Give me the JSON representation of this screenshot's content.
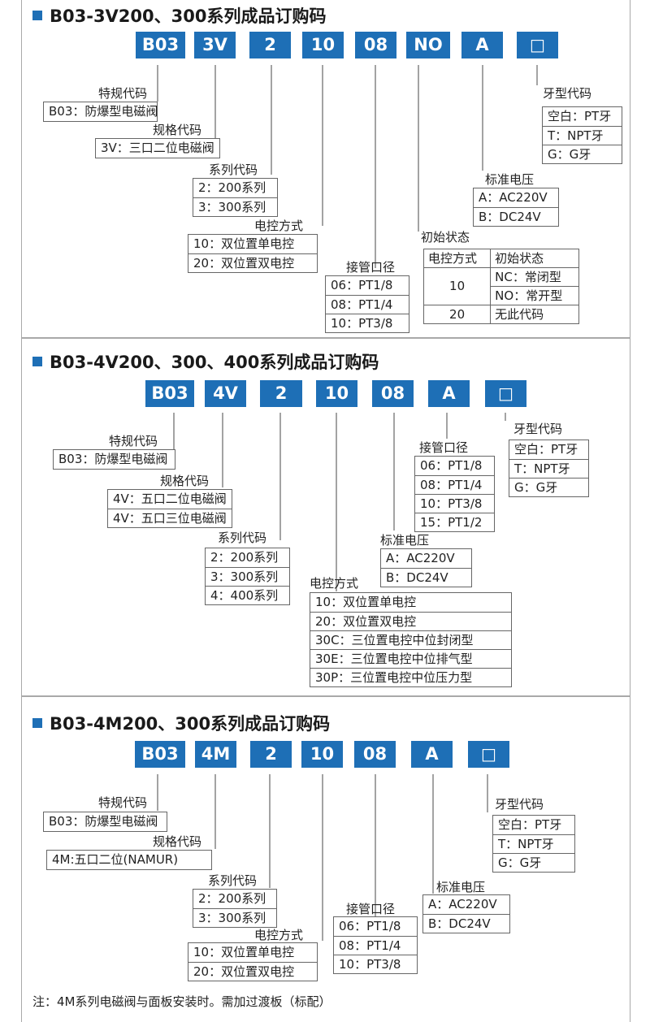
{
  "sections": [
    {
      "title": "B03-3V200、300系列成品订购码",
      "codes": [
        "B03",
        "3V",
        "2",
        "10",
        "08",
        "NO",
        "A",
        "□"
      ],
      "special": {
        "label": "特规代码",
        "options": [
          "B03：防爆型电磁阀"
        ]
      },
      "spec": {
        "label": "规格代码",
        "options": [
          "3V：三口二位电磁阀"
        ]
      },
      "series": {
        "label": "系列代码",
        "options": [
          "2：200系列",
          "3：300系列"
        ]
      },
      "control": {
        "label": "电控方式",
        "options": [
          "10：双位置单电控",
          "20：双位置双电控"
        ]
      },
      "port": {
        "label": "接管口径",
        "options": [
          "06：PT1/8",
          "08：PT1/4",
          "10：PT3/8"
        ]
      },
      "initial": {
        "label": "初始状态",
        "headers": [
          "电控方式",
          "初始状态"
        ],
        "group_value": "10",
        "group_rows": [
          "NC：常闭型",
          "NO：常开型"
        ],
        "last_row": [
          "20",
          "无此代码"
        ]
      },
      "voltage": {
        "label": "标准电压",
        "options": [
          "A：AC220V",
          "B：DC24V"
        ]
      },
      "thread": {
        "label": "牙型代码",
        "options": [
          "空白：PT牙",
          "T：NPT牙",
          "G：G牙"
        ]
      }
    },
    {
      "title": "B03-4V200、300、400系列成品订购码",
      "codes": [
        "B03",
        "4V",
        "2",
        "10",
        "08",
        "A",
        "□"
      ],
      "special": {
        "label": "特规代码",
        "options": [
          "B03：防爆型电磁阀"
        ]
      },
      "spec": {
        "label": "规格代码",
        "options": [
          "4V：五口二位电磁阀",
          "4V：五口三位电磁阀"
        ]
      },
      "series": {
        "label": "系列代码",
        "options": [
          "2：200系列",
          "3：300系列",
          "4：400系列"
        ]
      },
      "control": {
        "label": "电控方式",
        "options": [
          "10：双位置单电控",
          "20：双位置双电控",
          "30C：三位置电控中位封闭型",
          "30E：三位置电控中位排气型",
          "30P：三位置电控中位压力型"
        ]
      },
      "port": {
        "label": "接管口径",
        "options": [
          "06：PT1/8",
          "08：PT1/4",
          "10：PT3/8",
          "15：PT1/2"
        ]
      },
      "voltage": {
        "label": "标准电压",
        "options": [
          "A：AC220V",
          "B：DC24V"
        ]
      },
      "thread": {
        "label": "牙型代码",
        "options": [
          "空白：PT牙",
          "T：NPT牙",
          "G：G牙"
        ]
      }
    },
    {
      "title": "B03-4M200、300系列成品订购码",
      "codes": [
        "B03",
        "4M",
        "2",
        "10",
        "08",
        "A",
        "□"
      ],
      "special": {
        "label": "特规代码",
        "options": [
          "B03：防爆型电磁阀"
        ]
      },
      "spec": {
        "label": "规格代码",
        "options": [
          "4M:五口二位(NAMUR)"
        ]
      },
      "series": {
        "label": "系列代码",
        "options": [
          "2：200系列",
          "3：300系列"
        ]
      },
      "control": {
        "label": "电控方式",
        "options": [
          "10：双位置单电控",
          "20：双位置双电控"
        ]
      },
      "port": {
        "label": "接管口径",
        "options": [
          "06：PT1/8",
          "08：PT1/4",
          "10：PT3/8"
        ]
      },
      "voltage": {
        "label": "标准电压",
        "options": [
          "A：AC220V",
          "B：DC24V"
        ]
      },
      "thread": {
        "label": "牙型代码",
        "options": [
          "空白：PT牙",
          "T：NPT牙",
          "G：G牙"
        ]
      },
      "note": "注：4M系列电磁阀与面板安装时。需加过渡板（标配）"
    }
  ],
  "colors": {
    "code_bg": "#1e6fb6",
    "code_text": "#ffffff",
    "line": "#666666",
    "frame": "#a9a9a9"
  }
}
